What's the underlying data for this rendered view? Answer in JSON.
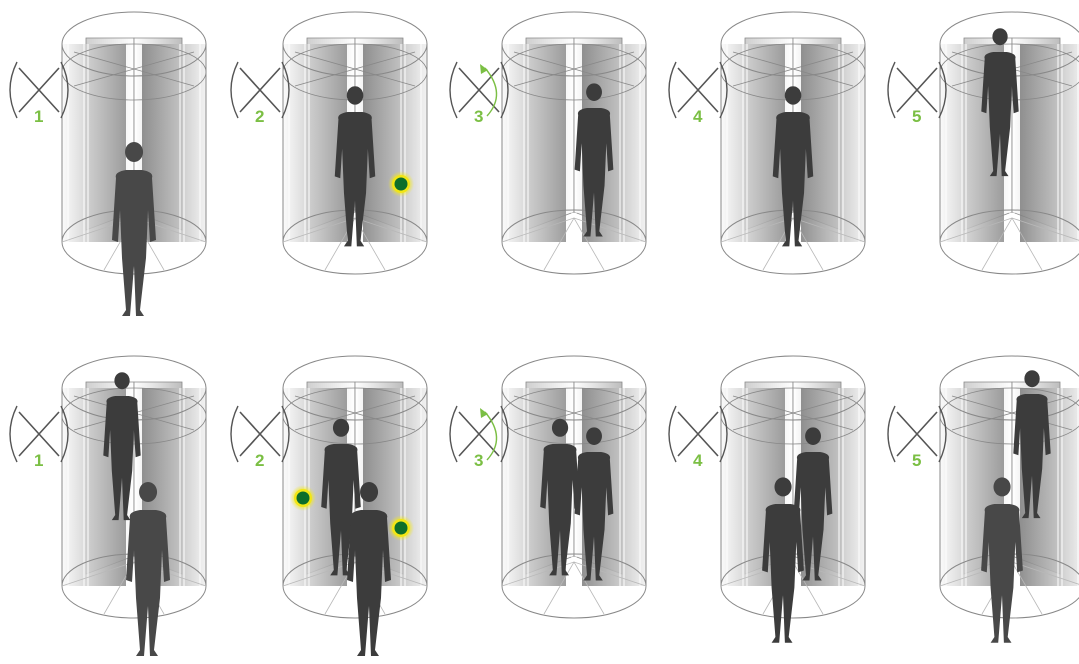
{
  "colors": {
    "step_number": "#7bbf44",
    "glass_outline": "#888888",
    "panel_light": "#f4f4f4",
    "panel_dark": "#8a8a8a",
    "person": "#3c3c3c",
    "person_front": "#484848",
    "sensor_inner": "#0d6e2a",
    "sensor_ring": "#f2e616",
    "rotation_arrow": "#7bbf44"
  },
  "rows": [
    {
      "name": "single-person-sequence",
      "steps": [
        {
          "number": "1",
          "rotation_arrow": false,
          "sensors": [],
          "persons": [
            {
              "pos": "front-center",
              "phase": "entering"
            }
          ]
        },
        {
          "number": "2",
          "rotation_arrow": false,
          "sensors": [
            "right"
          ],
          "persons": [
            {
              "pos": "mid-center",
              "phase": "inside"
            }
          ]
        },
        {
          "number": "3",
          "rotation_arrow": true,
          "sensors": [],
          "persons": [
            {
              "pos": "mid-right",
              "phase": "inside"
            }
          ]
        },
        {
          "number": "4",
          "rotation_arrow": false,
          "sensors": [],
          "persons": [
            {
              "pos": "mid-center",
              "phase": "inside"
            }
          ]
        },
        {
          "number": "5",
          "rotation_arrow": false,
          "sensors": [],
          "persons": [
            {
              "pos": "back-center",
              "phase": "exiting"
            }
          ]
        }
      ]
    },
    {
      "name": "two-person-sequence",
      "steps": [
        {
          "number": "1",
          "rotation_arrow": false,
          "sensors": [],
          "persons": [
            {
              "pos": "back-center",
              "phase": "exiting"
            },
            {
              "pos": "front-right",
              "phase": "entering"
            }
          ]
        },
        {
          "number": "2",
          "rotation_arrow": false,
          "sensors": [
            "left",
            "right"
          ],
          "persons": [
            {
              "pos": "mid-left",
              "phase": "inside"
            },
            {
              "pos": "front-right",
              "phase": "inside"
            }
          ]
        },
        {
          "number": "3",
          "rotation_arrow": true,
          "sensors": [],
          "persons": [
            {
              "pos": "mid-left",
              "phase": "inside"
            },
            {
              "pos": "mid-right",
              "phase": "inside"
            }
          ]
        },
        {
          "number": "4",
          "rotation_arrow": false,
          "sensors": [],
          "persons": [
            {
              "pos": "front-left",
              "phase": "inside"
            },
            {
              "pos": "mid-right",
              "phase": "inside"
            }
          ]
        },
        {
          "number": "5",
          "rotation_arrow": false,
          "sensors": [],
          "persons": [
            {
              "pos": "front-left",
              "phase": "entering"
            },
            {
              "pos": "back-right",
              "phase": "exiting"
            }
          ]
        }
      ]
    }
  ]
}
